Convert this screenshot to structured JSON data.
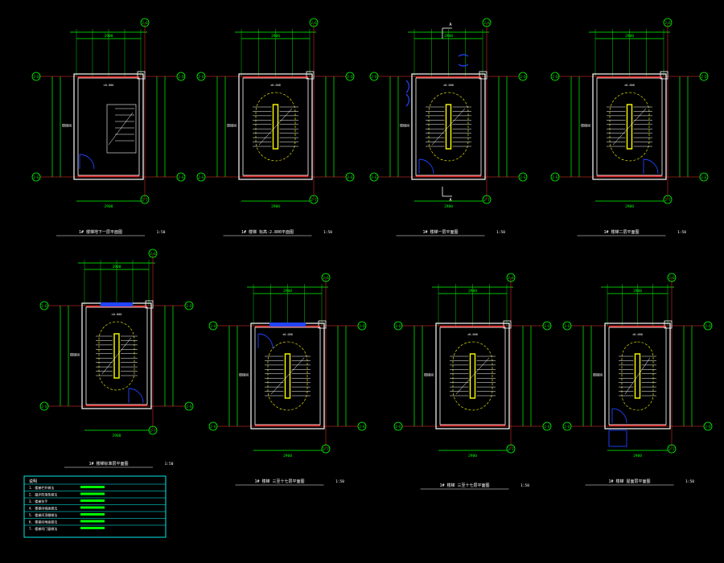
{
  "colors": {
    "background": "#000000",
    "wall": "#ffffff",
    "dimension": "#00ff00",
    "axis": "#00ff00",
    "stair": "#ffff00",
    "door": "#2244ff",
    "axisline": "#ff3333",
    "note": "#00ffff"
  },
  "plans": [
    {
      "id": "p1",
      "axes": [
        "2-D",
        "2-D",
        "2-E",
        "2-E",
        "2-6",
        "2-7"
      ],
      "dims": [
        "2900",
        "2900"
      ],
      "caption": "1# 楼梯地下一层平面图",
      "scale": "1:50"
    },
    {
      "id": "p2",
      "axes": [
        "2-D",
        "2-D",
        "2-E",
        "2-E",
        "2-6",
        "2-7"
      ],
      "dims": [
        "2900",
        "2900"
      ],
      "caption": "1# 楼梯 标高-2.800平面图",
      "scale": "1:50"
    },
    {
      "id": "p3",
      "axes": [
        "2-D",
        "2-D",
        "2-E",
        "2-E",
        "2-6",
        "2-7"
      ],
      "dims": [
        "2900",
        "2900"
      ],
      "caption": "1# 楼梯一层平面图",
      "scale": "1:50"
    },
    {
      "id": "p4",
      "axes": [
        "2-D",
        "2-D",
        "2-E",
        "2-E",
        "2-6",
        "2-7"
      ],
      "dims": [
        "2900",
        "2900"
      ],
      "caption": "1# 楼梯二层平面图",
      "scale": "1:50"
    },
    {
      "id": "p5",
      "axes": [
        "2-D",
        "2-D",
        "2-E",
        "2-E",
        "2-6",
        "2-7"
      ],
      "dims": [
        "2900",
        "2900"
      ],
      "caption": "1# 楼梯标准层平面图",
      "scale": "1:50"
    },
    {
      "id": "p6",
      "axes": [
        "2-D",
        "2-D",
        "2-E",
        "2-E",
        "2-6",
        "2-7"
      ],
      "dims": [
        "2900",
        "2900"
      ],
      "caption": "1# 楼梯 三至十七层平面图",
      "scale": "1:50"
    },
    {
      "id": "p7",
      "axes": [
        "2-D",
        "2-D",
        "2-E",
        "2-E",
        "2-6",
        "2-7"
      ],
      "dims": [
        "2900",
        "2900"
      ],
      "caption": "1# 楼梯 三至十七层平面图",
      "scale": "1:50"
    },
    {
      "id": "p8",
      "axes": [
        "2-D",
        "2-D",
        "2-E",
        "2-E",
        "2-6",
        "2-7"
      ],
      "dims": [
        "2900",
        "2900"
      ],
      "caption": "1# 楼梯 屋面层平面图",
      "scale": "1:50"
    }
  ],
  "section_mark": "A",
  "notes": {
    "title": "说明",
    "rows": [
      "1. 楼梯栏杆做法",
      "2. 踏步防滑条做法",
      "3. 楼梯扶手",
      "4. 楼梯间墙面做法",
      "5. 楼梯间顶棚做法",
      "6. 楼梯间地面做法",
      "7. 楼梯间门窗做法"
    ]
  }
}
